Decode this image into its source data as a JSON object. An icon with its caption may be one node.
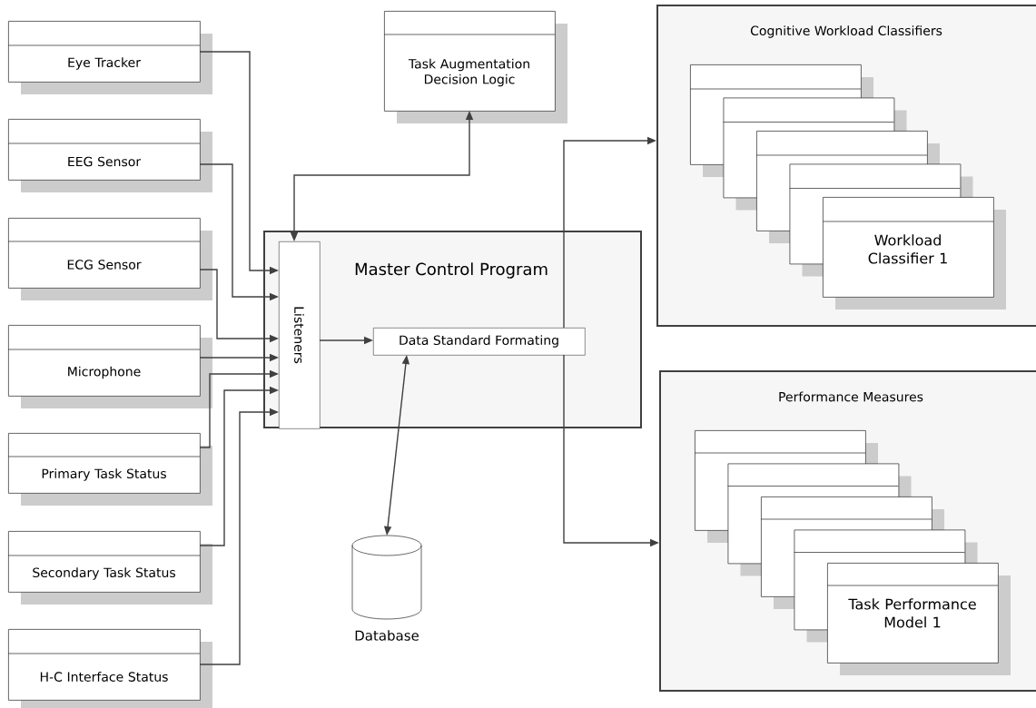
{
  "diagram": {
    "nodes": [
      {
        "text": [
          "Eye Tracker"
        ]
      },
      {
        "text": [
          "EEG Sensor"
        ]
      },
      {
        "text": [
          "ECG Sensor"
        ]
      },
      {
        "text": [
          "Microphone"
        ]
      },
      {
        "text": [
          "Primary Task Status"
        ]
      },
      {
        "text": [
          "Secondary Task Status"
        ]
      },
      {
        "text": [
          "H-C Interface Status"
        ]
      },
      {
        "text": [
          "Task Augmentation Decision Logic"
        ]
      },
      {
        "text": [
          "Master Control Program"
        ]
      },
      {
        "text": [
          "Listeners"
        ],
        "in": 8
      },
      {
        "text": [
          "Data Standard Formating"
        ],
        "in": 8
      },
      {
        "text": [
          "Database"
        ]
      },
      {
        "text": [
          "Cognitive Workload Classifiers"
        ]
      },
      {
        "text": [],
        "shape": "box",
        "in": 12
      },
      {
        "text": [],
        "shape": "box",
        "in": 12
      },
      {
        "text": [],
        "shape": "box",
        "in": 12
      },
      {
        "text": [],
        "shape": "box",
        "in": 12
      },
      {
        "text": [
          "Workload Classifier 1"
        ],
        "in": 12
      },
      {
        "text": [
          "Performance Measures"
        ]
      },
      {
        "text": [],
        "shape": "box",
        "in": 18
      },
      {
        "text": [],
        "shape": "box",
        "in": 18
      },
      {
        "text": [],
        "shape": "box",
        "in": 18
      },
      {
        "text": [],
        "shape": "box",
        "in": 18
      },
      {
        "text": [
          "Task Performance Model 1"
        ],
        "in": 18
      }
    ],
    "edges": [
      {
        "from": 0,
        "to": 9,
        "arrow": "to"
      },
      {
        "from": 1,
        "to": 9,
        "arrow": "to"
      },
      {
        "from": 2,
        "to": 9,
        "arrow": "to"
      },
      {
        "from": 3,
        "to": 9,
        "arrow": "to"
      },
      {
        "from": 4,
        "to": 9,
        "arrow": "to"
      },
      {
        "from": 5,
        "to": 9,
        "arrow": "to"
      },
      {
        "from": 6,
        "to": 9,
        "arrow": "to"
      },
      {
        "from": 9,
        "to": 10,
        "arrow": "to"
      },
      {
        "from": 9,
        "to": 7,
        "arrow": "both"
      },
      {
        "from": 10,
        "to": 11,
        "arrow": "both"
      },
      {
        "from": 10,
        "to": 12,
        "arrow": "to"
      },
      {
        "from": 10,
        "to": 18,
        "arrow": "to"
      }
    ]
  }
}
